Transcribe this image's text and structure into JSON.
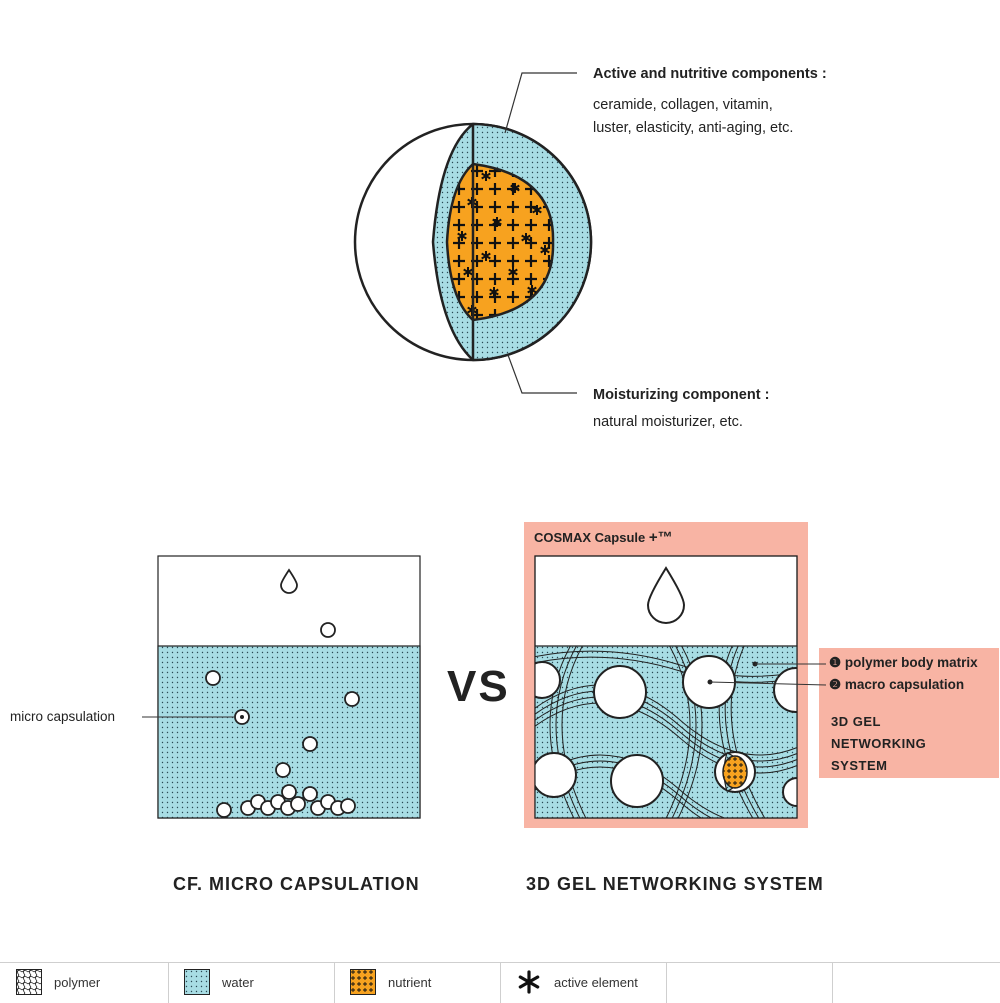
{
  "capsule": {
    "active_title": "Active and nutritive components :",
    "active_line1": "ceramide, collagen, vitamin,",
    "active_line2": "luster, elasticity, anti-aging, etc.",
    "moist_title": "Moisturizing component :",
    "moist_line1": "natural moisturizer, etc."
  },
  "vs_label": "VS",
  "micro": {
    "callout": "micro capsulation",
    "caption": "CF. MICRO CAPSULATION"
  },
  "gel": {
    "panel_title": "COSMAX Capsule",
    "plus_tm": "+™",
    "marker1": "❶",
    "marker2": "❷",
    "label1": "polymer body matrix",
    "label2": "macro capsulation",
    "system_line1": "3D GEL",
    "system_line2": "NETWORKING",
    "system_line3": "SYSTEM",
    "caption": "3D GEL NETWORKING SYSTEM"
  },
  "legend": [
    {
      "icon": "polymer-icon",
      "label": "polymer"
    },
    {
      "icon": "water-icon",
      "label": "water"
    },
    {
      "icon": "nutrient-icon",
      "label": "nutrient"
    },
    {
      "icon": "active-element-icon",
      "label": "active element"
    }
  ],
  "colors": {
    "water": "#a8dde4",
    "nutrient": "#f7a21f",
    "panel": "#f8b4a4",
    "outline": "#222222"
  }
}
